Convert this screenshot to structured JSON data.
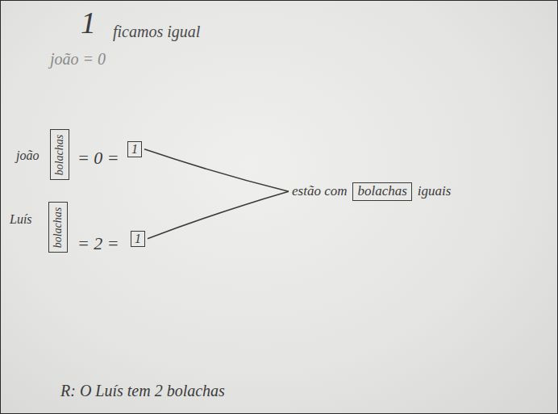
{
  "diagram": {
    "nodes": [
      {
        "text": [
          "bolachas"
        ]
      },
      {
        "text": [
          "1"
        ]
      },
      {
        "text": [
          "bolachas"
        ]
      },
      {
        "text": [
          "1"
        ]
      },
      {
        "text": [
          "estão com",
          "iguais"
        ]
      },
      {
        "text": [
          "bolachas"
        ],
        "in": 4
      }
    ],
    "edges": [
      {
        "from": 1,
        "to": 4,
        "arrow": "none"
      },
      {
        "from": 3,
        "to": 4,
        "arrow": "none"
      }
    ],
    "labels": [
      "1",
      "ficamos igual",
      "joão = 0",
      "joão",
      "= 0 =",
      "Luís",
      "= 2 =",
      "R: O Luís tem 2 bolachas"
    ]
  }
}
